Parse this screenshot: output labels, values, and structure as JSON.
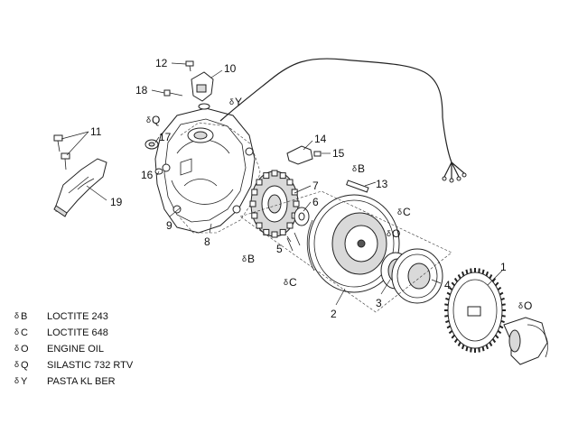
{
  "callouts": [
    {
      "id": "1",
      "text": "1"
    },
    {
      "id": "2",
      "text": "2"
    },
    {
      "id": "3",
      "text": "3"
    },
    {
      "id": "4",
      "text": "4"
    },
    {
      "id": "5",
      "text": "5"
    },
    {
      "id": "6",
      "text": "6"
    },
    {
      "id": "7",
      "text": "7"
    },
    {
      "id": "8",
      "text": "8"
    },
    {
      "id": "9",
      "text": "9"
    },
    {
      "id": "10",
      "text": "10"
    },
    {
      "id": "11",
      "text": "11"
    },
    {
      "id": "12",
      "text": "12"
    },
    {
      "id": "13",
      "text": "13"
    },
    {
      "id": "14",
      "text": "14"
    },
    {
      "id": "15",
      "text": "15"
    },
    {
      "id": "16",
      "text": "16"
    },
    {
      "id": "17",
      "text": "17"
    },
    {
      "id": "18",
      "text": "18"
    },
    {
      "id": "19",
      "text": "19"
    }
  ],
  "markers": [
    {
      "id": "q",
      "text": "Q"
    },
    {
      "id": "y",
      "text": "Y"
    },
    {
      "id": "b-top",
      "text": "B"
    },
    {
      "id": "b-left",
      "text": "B"
    },
    {
      "id": "c-right",
      "text": "C"
    },
    {
      "id": "c-bottom",
      "text": "C"
    },
    {
      "id": "o-mid",
      "text": "O"
    },
    {
      "id": "o-right",
      "text": "O"
    }
  ],
  "drop_symbol": "δ",
  "legend": [
    {
      "code": "B",
      "label": "LOCTITE 243"
    },
    {
      "code": "C",
      "label": "LOCTITE 648"
    },
    {
      "code": "O",
      "label": "ENGINE OIL"
    },
    {
      "code": "Q",
      "label": "SILASTIC 732 RTV"
    },
    {
      "code": "Y",
      "label": "PASTA KL BER"
    }
  ]
}
